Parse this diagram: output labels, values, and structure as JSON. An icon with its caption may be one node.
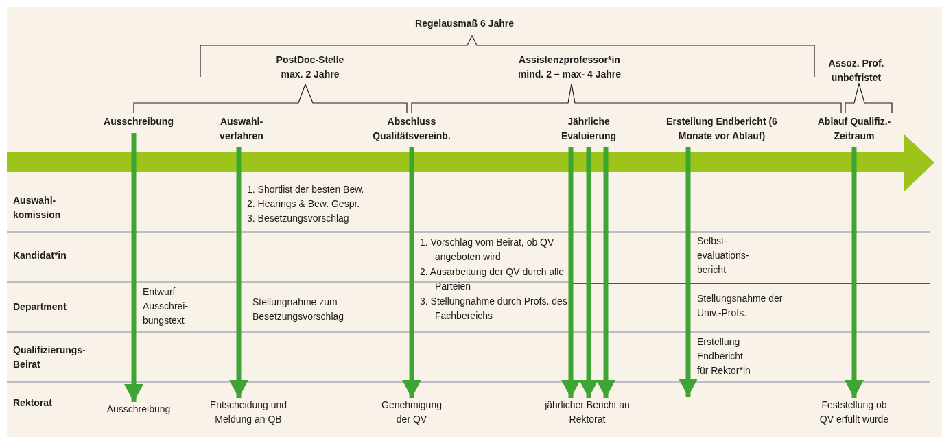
{
  "diagram": {
    "nodes": [
      {
        "text": [
          "Ausschreibung"
        ]
      },
      {
        "text": [
          "Auswahl- verfahren"
        ]
      },
      {
        "text": [
          "Abschluss Qualitätsvereinb."
        ]
      },
      {
        "text": [
          "Jährliche Evaluierung"
        ]
      },
      {
        "text": [
          "Erstellung Endbericht (6 Monate vor Ablauf)"
        ]
      },
      {
        "text": [
          "Ablauf Qualifiz.-Zeitraum"
        ]
      },
      {
        "text": [
          "Ausschreibung"
        ]
      },
      {
        "text": [
          "Entscheidung und Meldung an QB"
        ]
      },
      {
        "text": [
          "Genehmigung der QV"
        ]
      },
      {
        "text": [
          "jährlicher Bericht an Rektorat"
        ]
      },
      {
        "text": [
          "Feststellung ob QV erfüllt wurde"
        ]
      }
    ],
    "edges": [
      {
        "from": 0,
        "to": 6,
        "arrow": "to"
      },
      {
        "from": 1,
        "to": 7,
        "arrow": "to"
      },
      {
        "from": 2,
        "to": 8,
        "arrow": "to"
      },
      {
        "from": 3,
        "to": 9,
        "arrow": "to"
      },
      {
        "from": 3,
        "to": 9,
        "arrow": "to"
      },
      {
        "from": 3,
        "to": 9,
        "arrow": "to"
      },
      {
        "from": 4,
        "to": null,
        "arrow": "to"
      },
      {
        "from": 5,
        "to": 10,
        "arrow": "to"
      }
    ],
    "labels": [
      "Regelausmaß 6 Jahre",
      "PostDoc-Stelle max. 2 Jahre",
      "Assistenzprofessor*in mind. 2 – max- 4 Jahre",
      "Assoz. Prof. unbefristet",
      "Auswahl- komission",
      "1. Shortlist der besten Bew.",
      "2. Hearings & Bew. Gespr.",
      "3. Besetzungsvorschlag",
      "Kandidat*in",
      "1. Vorschlag vom Beirat, ob QV angeboten wird",
      "2. Ausarbeitung der QV durch alle Parteien",
      "3. Stellungnahme durch Profs. des Fachbereichs",
      "Selbst- evaluations- bericht",
      "Department",
      "Entwurf Ausschrei- bungstext",
      "Stellungnahme zum Besetzungsvorschlag",
      "Stellungsnahme der Univ.-Profs.",
      "Qualifizierungs- Beirat",
      "Erstellung Endbericht für Rektor*in",
      "Rektorat"
    ]
  }
}
